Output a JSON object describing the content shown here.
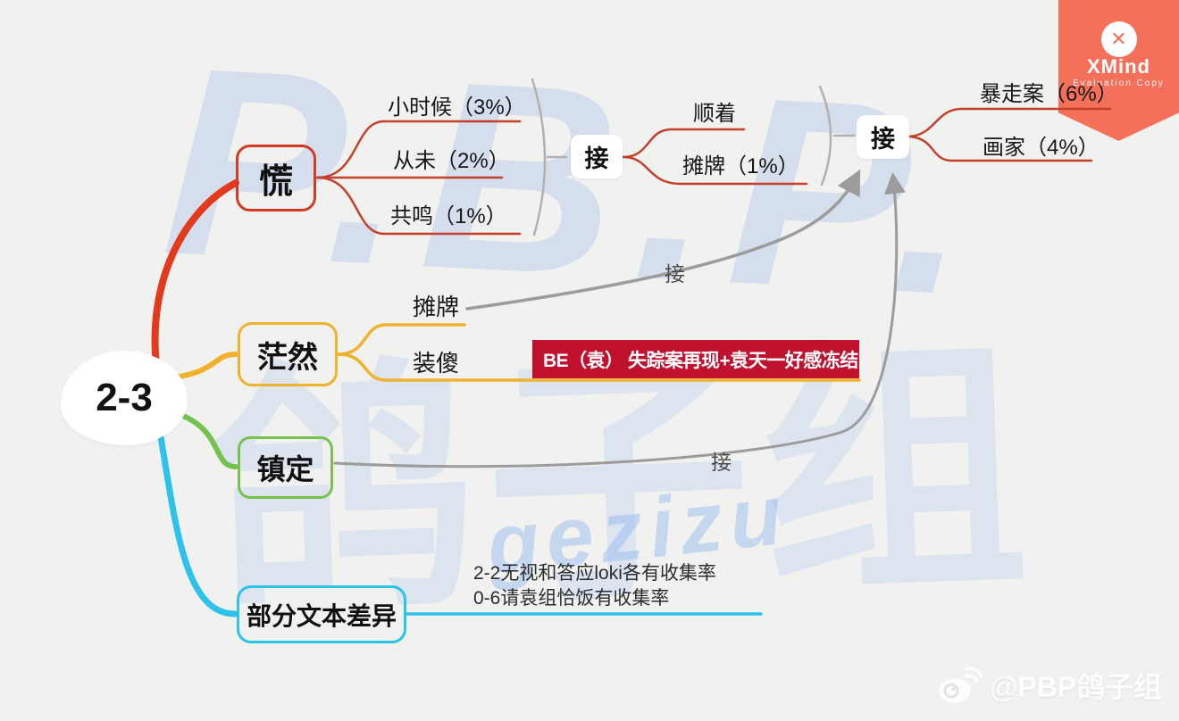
{
  "app": {
    "brand": "XMind",
    "license": "Evaluation Copy",
    "logo_glyph": "✕"
  },
  "map": {
    "root": {
      "label": "2-3"
    },
    "topics": {
      "huang": {
        "label": "慌",
        "children": [
          {
            "label": "小时候（3%）"
          },
          {
            "label": "从未（2%）"
          },
          {
            "label": "共鸣（1%）"
          }
        ]
      },
      "jie1": {
        "label": "接",
        "children": [
          {
            "label": "顺着"
          },
          {
            "label": "摊牌（1%）"
          }
        ]
      },
      "jie2": {
        "label": "接",
        "children": [
          {
            "label": "暴走案（6%）"
          },
          {
            "label": "画家（4%）"
          }
        ]
      },
      "mangran": {
        "label": "茫然",
        "children": [
          {
            "label": "摊牌"
          },
          {
            "label": "装傻"
          }
        ]
      },
      "zhending": {
        "label": "镇定"
      },
      "wenben": {
        "label": "部分文本差异",
        "children": [
          {
            "label": "2-2无视和答应loki各有收集率"
          },
          {
            "label": "0-6请袁组恰饭有收集率"
          }
        ]
      }
    },
    "callout": {
      "label": "BE（袁） 失踪案再现+袁天一好感冻结"
    },
    "edge_labels": [
      {
        "label": "接"
      },
      {
        "label": "接"
      }
    ]
  },
  "watermark": {
    "big1": "P.B.P.",
    "big2": "鸽子组",
    "script": "gezizu",
    "credit": "@PBP鸽子组"
  },
  "colors": {
    "background": "#f1f1ef",
    "branch_red": "#e23a1b",
    "branch_yellow": "#f0b22c",
    "branch_green": "#76c24f",
    "branch_cyan": "#2cc2ea",
    "fine_red": "#c4402c",
    "banner_red": "#c0122e",
    "ribbon_coral": "#f4705a",
    "connector_gray": "#9c9c9c"
  }
}
